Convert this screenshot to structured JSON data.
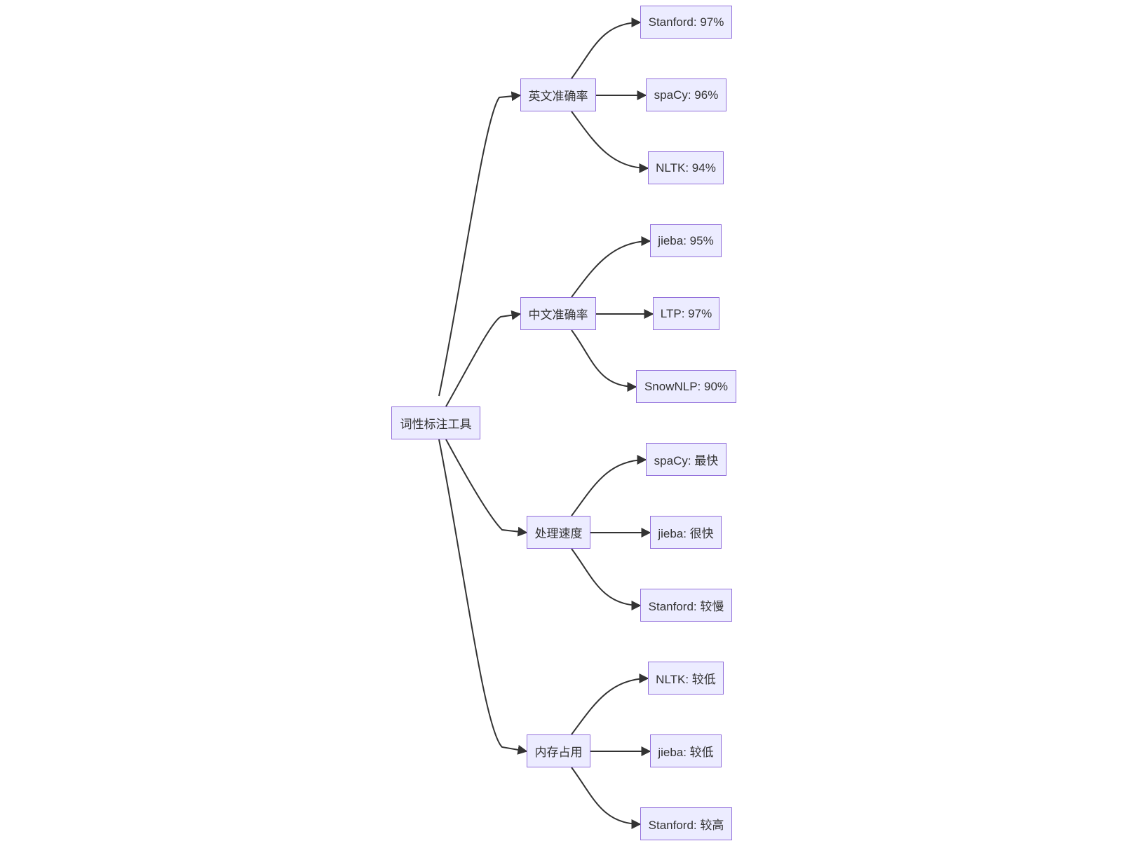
{
  "colors": {
    "node_fill": "#ECECFF",
    "node_border": "#9370DB",
    "edge": "#333333",
    "text": "#333333"
  },
  "root": {
    "label": "词性标注工具",
    "categories": [
      {
        "label": "英文准确率",
        "leaves": [
          "Stanford: 97%",
          "spaCy: 96%",
          "NLTK: 94%"
        ]
      },
      {
        "label": "中文准确率",
        "leaves": [
          "jieba: 95%",
          "LTP: 97%",
          "SnowNLP: 90%"
        ]
      },
      {
        "label": "处理速度",
        "leaves": [
          "spaCy: 最快",
          "jieba: 很快",
          "Stanford: 较慢"
        ]
      },
      {
        "label": "内存占用",
        "leaves": [
          "NLTK: 较低",
          "jieba: 较低",
          "Stanford: 较高"
        ]
      }
    ]
  }
}
